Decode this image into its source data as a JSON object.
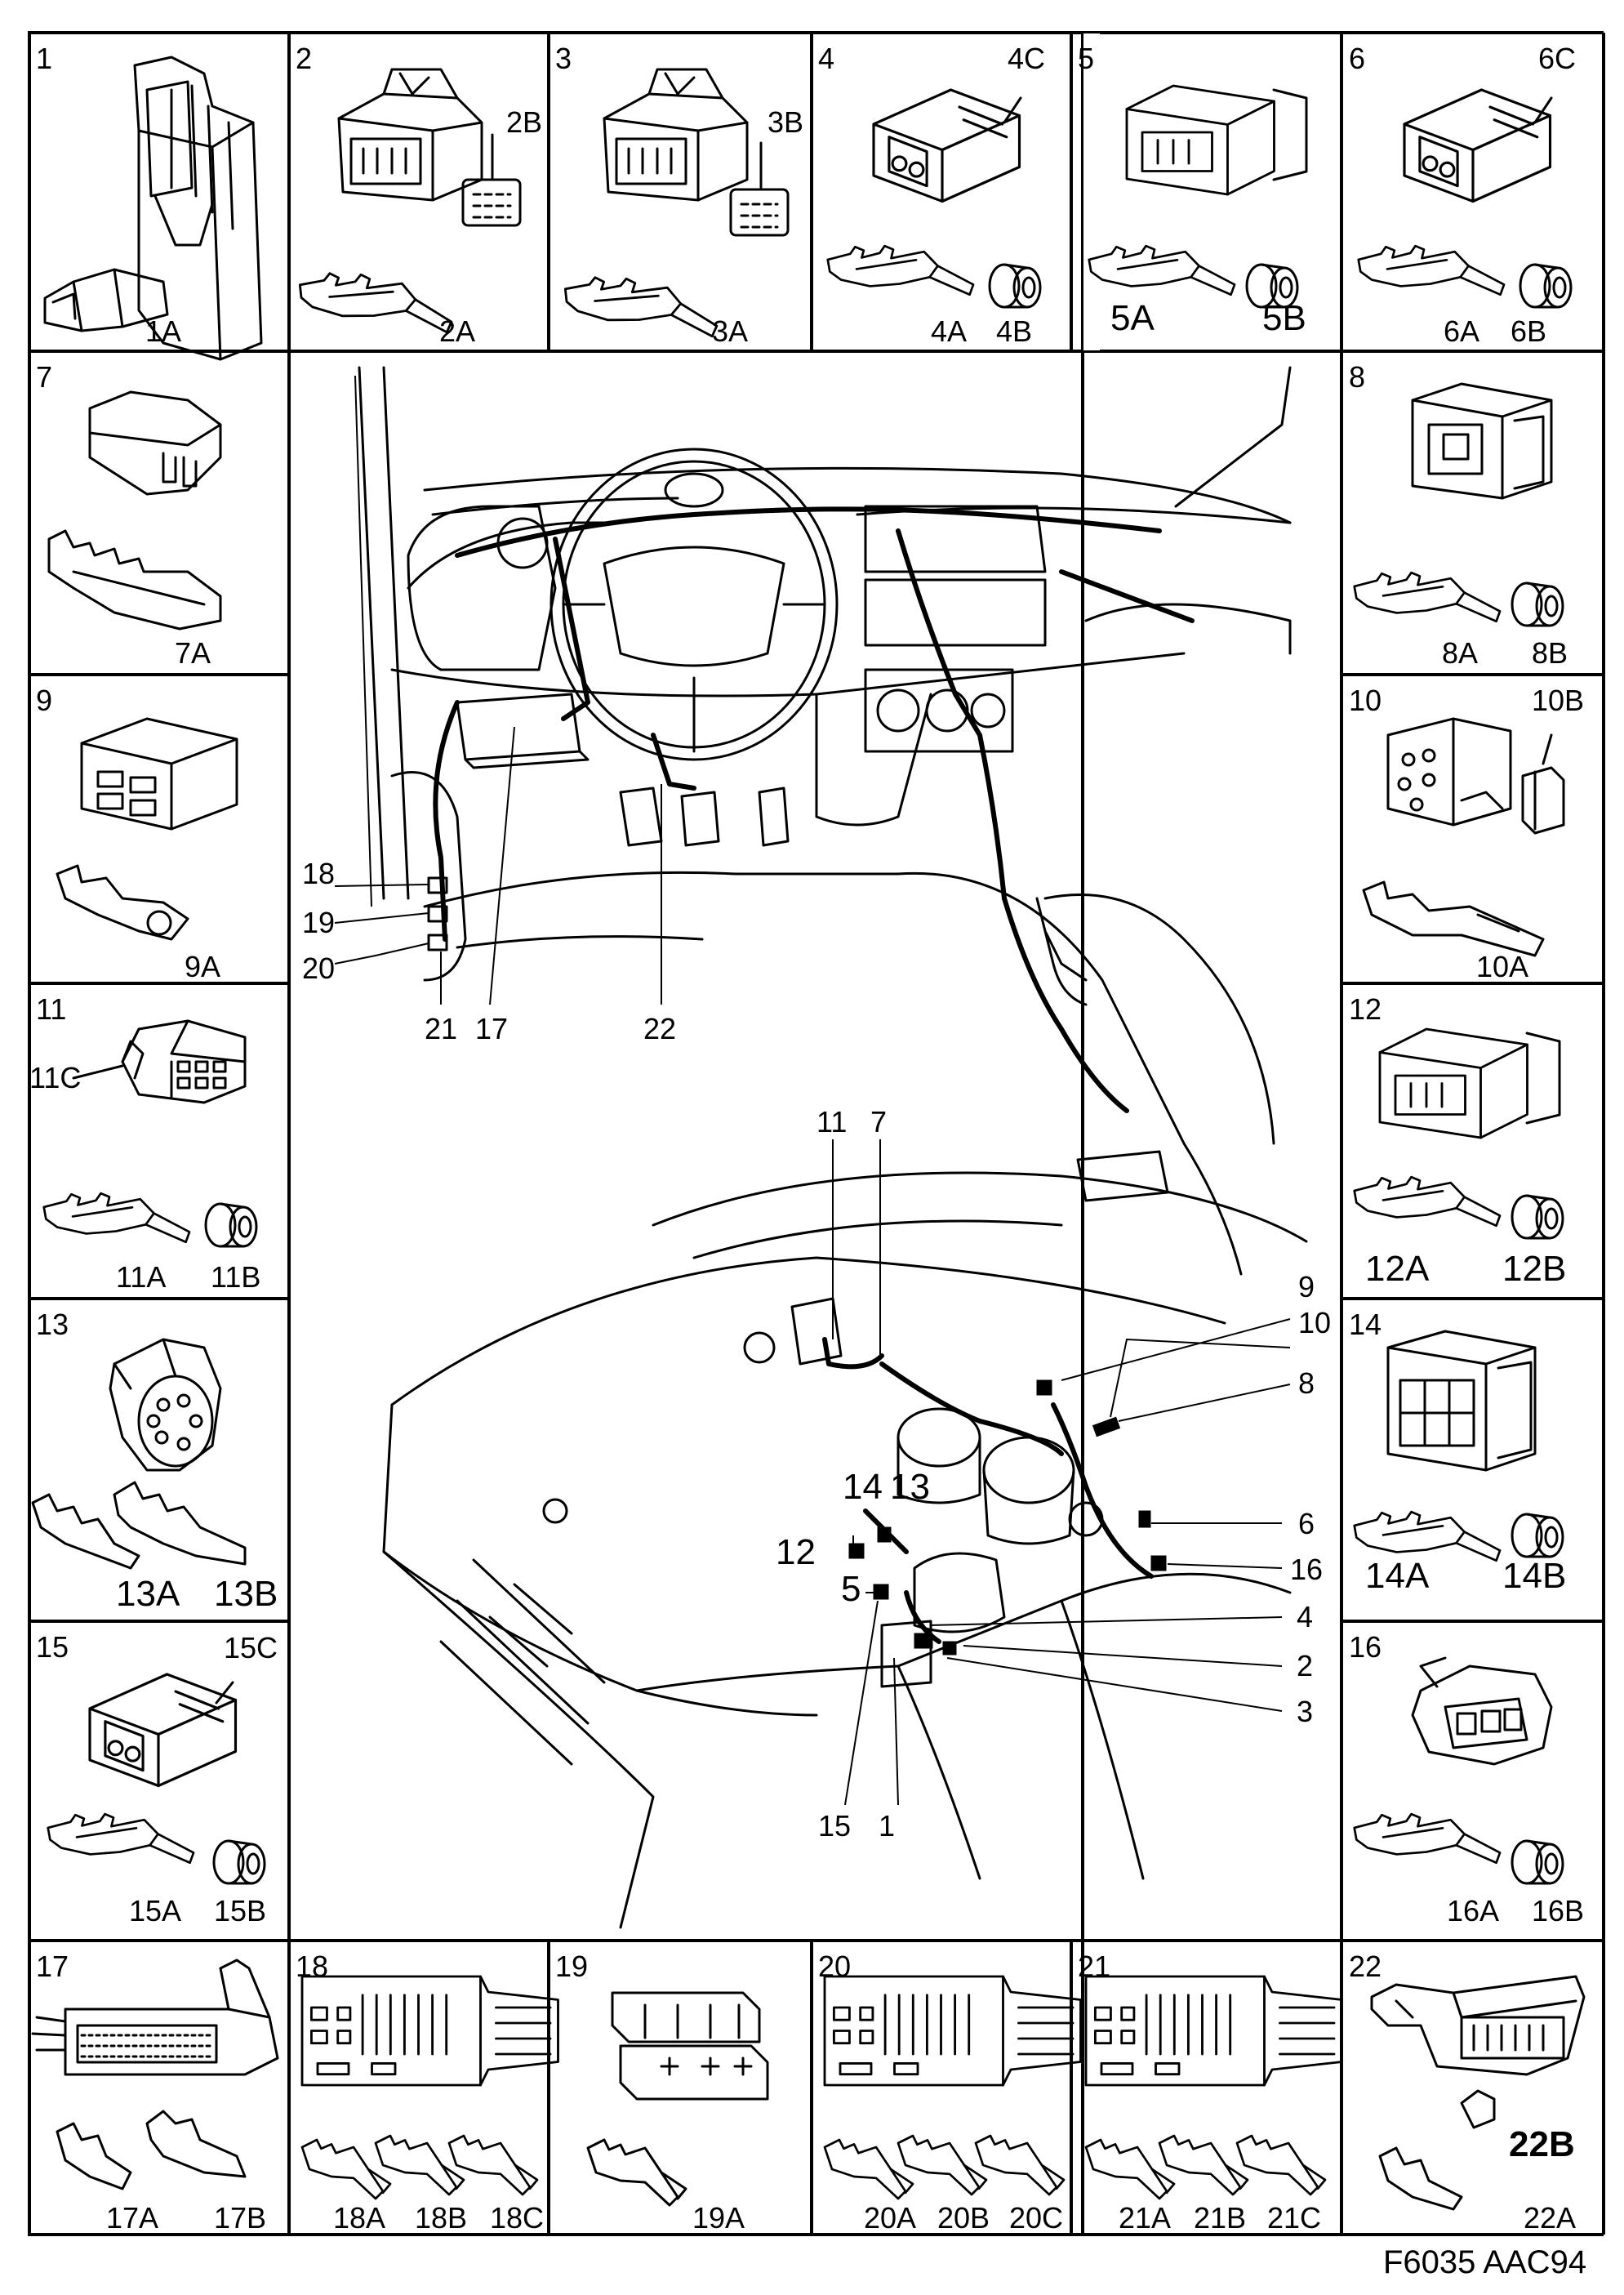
{
  "figure_code": "F6035 AAC94",
  "cells": {
    "c1": {
      "num": "1",
      "parts": [
        "1A"
      ]
    },
    "c2": {
      "num": "2",
      "parts": [
        "2A",
        "2B"
      ]
    },
    "c3": {
      "num": "3",
      "parts": [
        "3A",
        "3B"
      ]
    },
    "c4": {
      "num": "4",
      "parts": [
        "4A",
        "4B",
        "4C"
      ]
    },
    "c5": {
      "num": "5",
      "parts": [
        "5A",
        "5B"
      ]
    },
    "c6": {
      "num": "6",
      "parts": [
        "6A",
        "6B",
        "6C"
      ]
    },
    "c7": {
      "num": "7",
      "parts": [
        "7A"
      ]
    },
    "c8": {
      "num": "8",
      "parts": [
        "8A",
        "8B"
      ]
    },
    "c9": {
      "num": "9",
      "parts": [
        "9A"
      ]
    },
    "c10": {
      "num": "10",
      "parts": [
        "10A",
        "10B"
      ]
    },
    "c11": {
      "num": "11",
      "parts": [
        "11A",
        "11B",
        "11C"
      ]
    },
    "c12": {
      "num": "12",
      "parts": [
        "12A",
        "12B"
      ]
    },
    "c13": {
      "num": "13",
      "parts": [
        "13A",
        "13B"
      ]
    },
    "c14": {
      "num": "14",
      "parts": [
        "14A",
        "14B"
      ]
    },
    "c15": {
      "num": "15",
      "parts": [
        "15A",
        "15B",
        "15C"
      ]
    },
    "c16": {
      "num": "16",
      "parts": [
        "16A",
        "16B"
      ]
    },
    "c17": {
      "num": "17",
      "parts": [
        "17A",
        "17B"
      ]
    },
    "c18": {
      "num": "18",
      "parts": [
        "18A",
        "18B",
        "18C"
      ]
    },
    "c19": {
      "num": "19",
      "parts": [
        "19A"
      ]
    },
    "c20": {
      "num": "20",
      "parts": [
        "20A",
        "20B",
        "20C"
      ]
    },
    "c21": {
      "num": "21",
      "parts": [
        "21A",
        "21B",
        "21C"
      ]
    },
    "c22": {
      "num": "22",
      "parts": [
        "22A",
        "22B"
      ]
    }
  },
  "callouts": {
    "cab": [
      "18",
      "19",
      "20",
      "21",
      "17",
      "22"
    ],
    "engine": [
      "11",
      "7",
      "9",
      "10",
      "8",
      "14",
      "13",
      "12",
      "5",
      "6",
      "16",
      "4",
      "2",
      "3",
      "15",
      "1"
    ]
  }
}
